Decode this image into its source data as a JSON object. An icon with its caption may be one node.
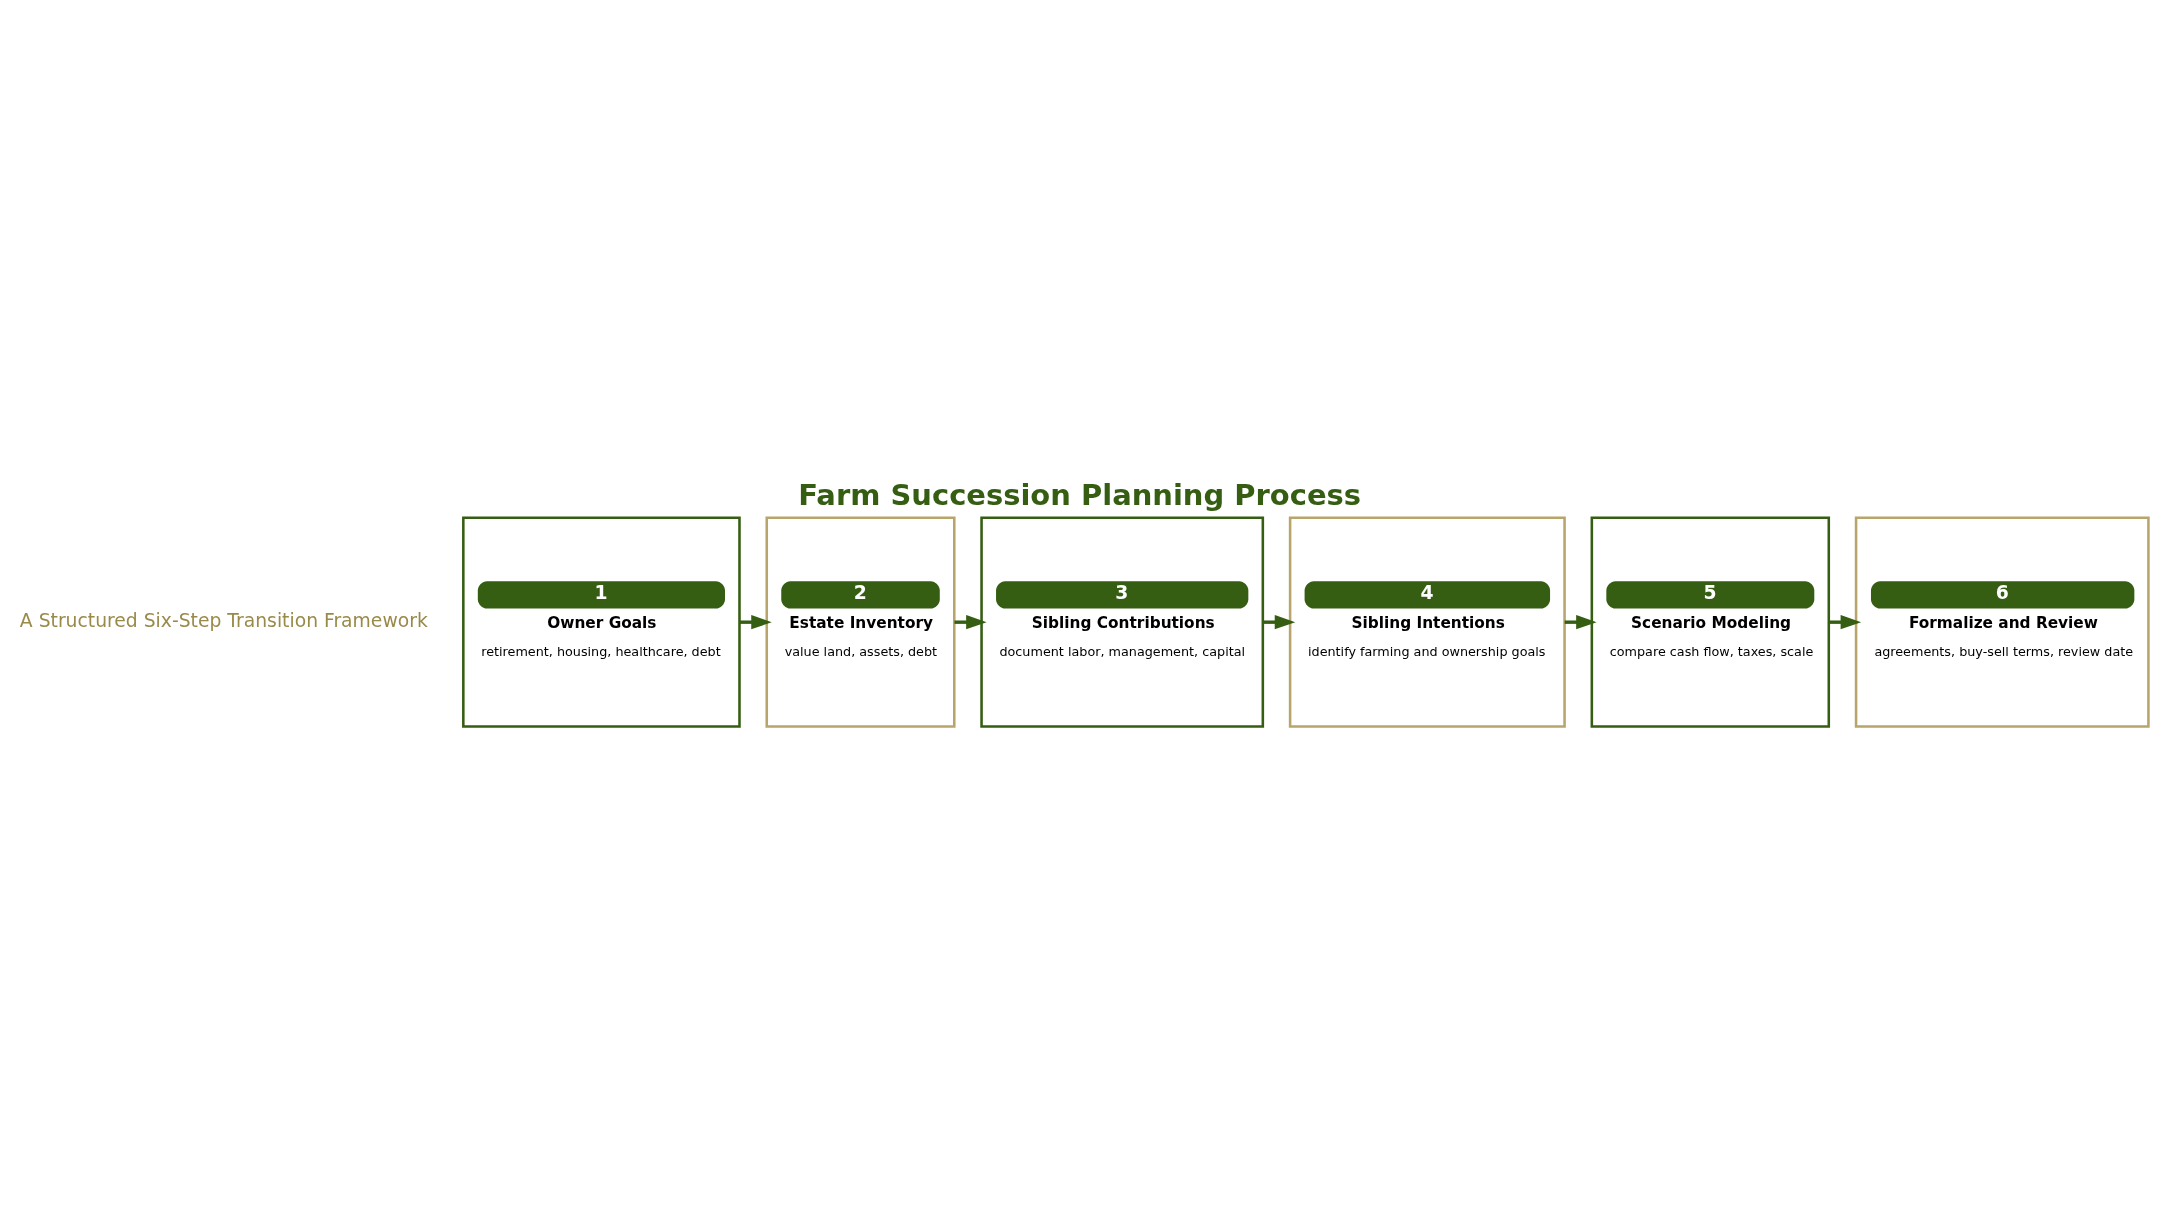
{
  "diagram": {
    "title": "Farm Succession Planning Process",
    "nodes": [
      {
        "text": [
          "1",
          "Owner Goals",
          "retirement, housing, healthcare, debt"
        ]
      },
      {
        "text": [
          "2",
          "Estate Inventory",
          "value land, assets, debt"
        ]
      },
      {
        "text": [
          "3",
          "Sibling Contributions",
          "document labor, management, capital"
        ]
      },
      {
        "text": [
          "4",
          "Sibling Intentions",
          "identify farming and ownership goals"
        ]
      },
      {
        "text": [
          "5",
          "Scenario Modeling",
          "compare cash flow, taxes, scale"
        ]
      },
      {
        "text": [
          "6",
          "Formalize and Review",
          "agreements, buy-sell terms, review date"
        ]
      }
    ],
    "edges": [
      {
        "from": 0,
        "to": 1,
        "arrow": "to"
      },
      {
        "from": 1,
        "to": 2,
        "arrow": "to"
      },
      {
        "from": 2,
        "to": 3,
        "arrow": "to"
      },
      {
        "from": 3,
        "to": 4,
        "arrow": "to"
      },
      {
        "from": 4,
        "to": 5,
        "arrow": "to"
      }
    ],
    "labels": [
      "A Structured Six-Step Transition Framework"
    ]
  }
}
